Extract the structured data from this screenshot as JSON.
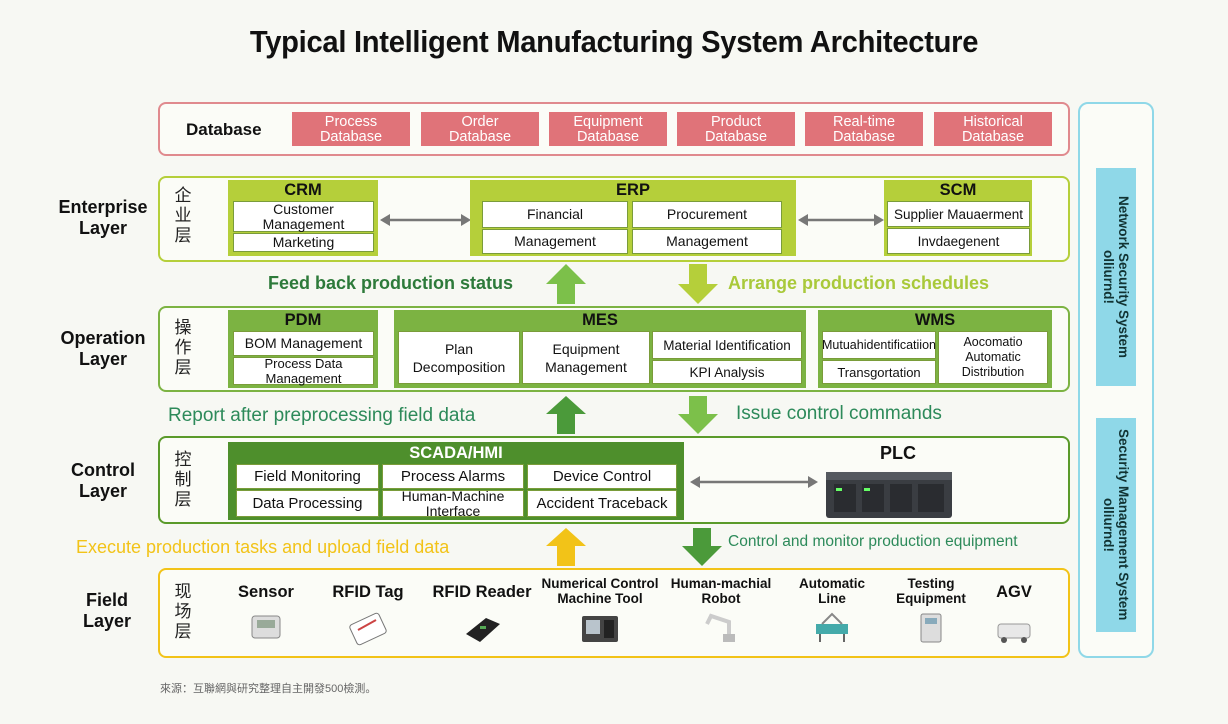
{
  "title": "Typical Intelligent Manufacturing System Architecture",
  "database": {
    "label": "Database",
    "items": [
      "Process\nDatabase",
      "Order\nDatabase",
      "Equipment\nDatabase",
      "Product\nDatabase",
      "Real-time\nDatabase",
      "Historical\nDatabase"
    ]
  },
  "enterprise": {
    "label": "Enterprise\nLayer",
    "cn": "企\n业\n层",
    "crm": {
      "title": "CRM",
      "cells": [
        "Customer\nManagement",
        "Marketing"
      ]
    },
    "erp": {
      "title": "ERP",
      "cells": [
        "Financial",
        "Procurement",
        "Management",
        "Management"
      ]
    },
    "scm": {
      "title": "SCM",
      "cells": [
        "Supplier Mauaerment",
        "Invdaegenent"
      ]
    }
  },
  "arrows1": {
    "left": "Feed back production status",
    "right": "Arrange production schedules"
  },
  "operation": {
    "label": "Operation\nLayer",
    "cn": "操\n作\n层",
    "pdm": {
      "title": "PDM",
      "cells": [
        "BOM Management",
        "Process Data\nManagement"
      ]
    },
    "mes": {
      "title": "MES",
      "cells": [
        "Plan\nDecomposition",
        "Equipment\nManagement",
        "Material Identification",
        "KPI Analysis"
      ]
    },
    "wms": {
      "title": "WMS",
      "cells": [
        "Mutuahidentificatiion",
        "Aocomatio\nAutomatic\nDistribution",
        "Transgortation",
        ""
      ]
    }
  },
  "arrows2": {
    "left": "Report after preprocessing field data",
    "right": "Issue control commands"
  },
  "control": {
    "label": "Control\nLayer",
    "cn": "控\n制\n层",
    "scada": {
      "title": "SCADA/HMI",
      "cells": [
        "Field Monitoring",
        "Process Alarms",
        "Device Control",
        "Data Processing",
        "Human-Machine\nInterface",
        "Accident Traceback"
      ]
    },
    "plc": "PLC"
  },
  "arrows3": {
    "left": "Execute production tasks and upload field data",
    "right": "Control and monitor production equipment"
  },
  "field": {
    "label": "Field\nLayer",
    "cn": "现\n场\n层",
    "devices": [
      "Sensor",
      "RFID Tag",
      "RFID Reader",
      "Numerical Control\nMachine Tool",
      "Human-machial\nRobot",
      "Automatic\nLine",
      "Testing\nEquipment",
      "AGV"
    ]
  },
  "side": {
    "top": "Network Security System\nolliurnd!",
    "bottom": "Security Management System\nolliurnd!"
  },
  "footnote": "來源：互聯網與研究整理自主開發500檢測。",
  "colors": {
    "db_red": "#e07379",
    "green_light": "#b5cf3a",
    "green_dark": "#5a9a2a",
    "blue": "#8fd8e8",
    "text_green": "#2d7a3a",
    "text_lime": "#a9c93a",
    "text_yellow": "#f2c318"
  }
}
